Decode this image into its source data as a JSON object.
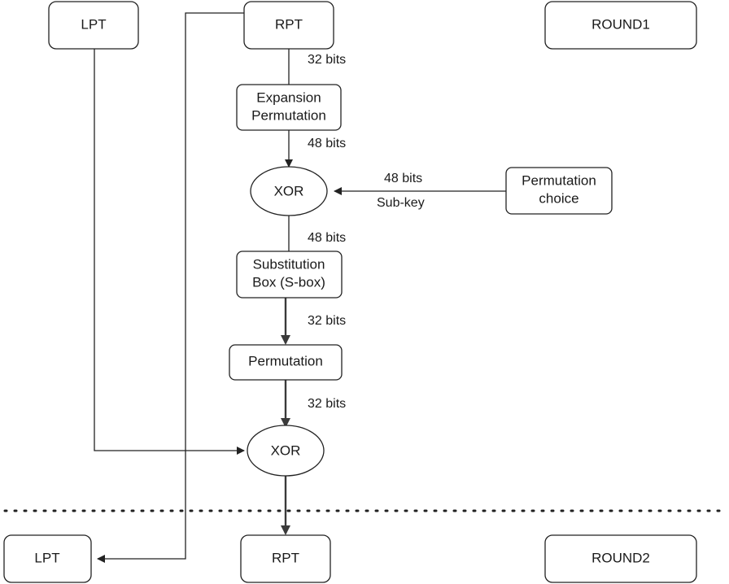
{
  "nodes": {
    "lpt_top": "LPT",
    "rpt_top": "RPT",
    "round1": "ROUND1",
    "expansion": [
      "Expansion",
      "Permutation"
    ],
    "xor_top": "XOR",
    "perm_choice": [
      "Permutation",
      "choice"
    ],
    "sbox": [
      "Substitution",
      "Box (S-box)"
    ],
    "permutation": "Permutation",
    "xor_bottom": "XOR",
    "lpt_bottom": "LPT",
    "rpt_bottom": "RPT",
    "round2": "ROUND2"
  },
  "edges": {
    "rpt_to_expansion": "32 bits",
    "expansion_to_xor": "48 bits",
    "subkey_bits": "48 bits",
    "subkey_name": "Sub-key",
    "xor_to_sbox": "48 bits",
    "sbox_to_perm": "32 bits",
    "perm_to_xor": "32 bits"
  }
}
